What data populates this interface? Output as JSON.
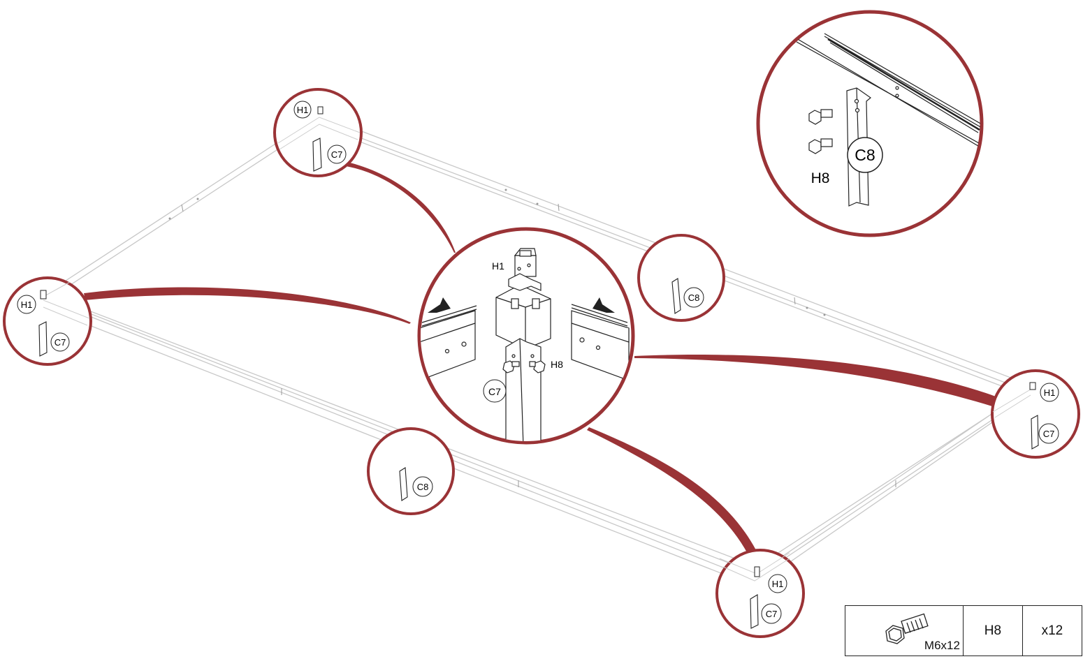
{
  "callouts": {
    "corner_tl": {
      "h": "H1",
      "c": "C7"
    },
    "corner_l": {
      "h": "H1",
      "c": "C7"
    },
    "corner_r": {
      "h": "H1",
      "c": "C7"
    },
    "corner_b": {
      "h": "H1",
      "c": "C7"
    },
    "mid_right": {
      "c": "C8"
    },
    "mid_bottom": {
      "c": "C8"
    }
  },
  "detail_center": {
    "h_top": "H1",
    "c": "C7",
    "h_bolt": "H8"
  },
  "detail_top_right": {
    "c": "C8",
    "h": "H8"
  },
  "parts_table": {
    "size": "M6x12",
    "part": "H8",
    "qty": "x12"
  },
  "colors": {
    "accent": "#9a3336",
    "line": "#222222",
    "frame": "#bfbfbf"
  }
}
